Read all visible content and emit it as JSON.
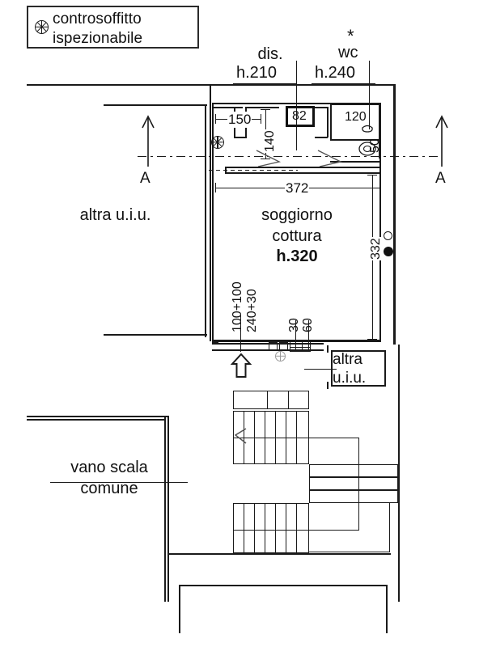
{
  "document": {
    "type": "floor-plan",
    "language": "it"
  },
  "legend": {
    "icon": "asterisk-circle-icon",
    "line1": "controsoffitto",
    "line2": "ispezionabile"
  },
  "callouts": {
    "dis": {
      "name": "dis.",
      "height": "h.210"
    },
    "wc": {
      "star": "*",
      "name": "wc",
      "height": "h.240"
    }
  },
  "rooms": {
    "left_unit": {
      "label": "altra  u.i.u."
    },
    "main": {
      "line1": "soggiorno",
      "line2": "cottura",
      "line3": "h.320"
    },
    "right_unit": {
      "line1": "altra",
      "line2": "u.i.u."
    },
    "stairwell": {
      "line1": "vano scala",
      "line2": "comune"
    }
  },
  "section_marks": {
    "left": {
      "letter": "A",
      "icon": "section-arrow-up-icon"
    },
    "right": {
      "letter": "A",
      "icon": "section-arrow-up-icon"
    }
  },
  "dimensions": {
    "d150": "150",
    "d82": "82",
    "d120": "120",
    "d140": "140",
    "d50": "50",
    "d372": "372",
    "d332": "332",
    "d100_100": "100+100",
    "d240_30": "240+30",
    "d30": "30",
    "d60": "60"
  },
  "symbols": {
    "entrance_arrow": "entrance-arrow-icon",
    "stair_direction": "stair-direction-arrow-icon",
    "ceiling_marker": "asterisk-circle-icon",
    "wc_fixture": "wc-fixture-icon",
    "riser_open": "riser-open-circle-icon",
    "riser_filled": "riser-filled-circle-icon"
  },
  "colors": {
    "ink": "#1a1a1a",
    "paper": "#ffffff"
  }
}
